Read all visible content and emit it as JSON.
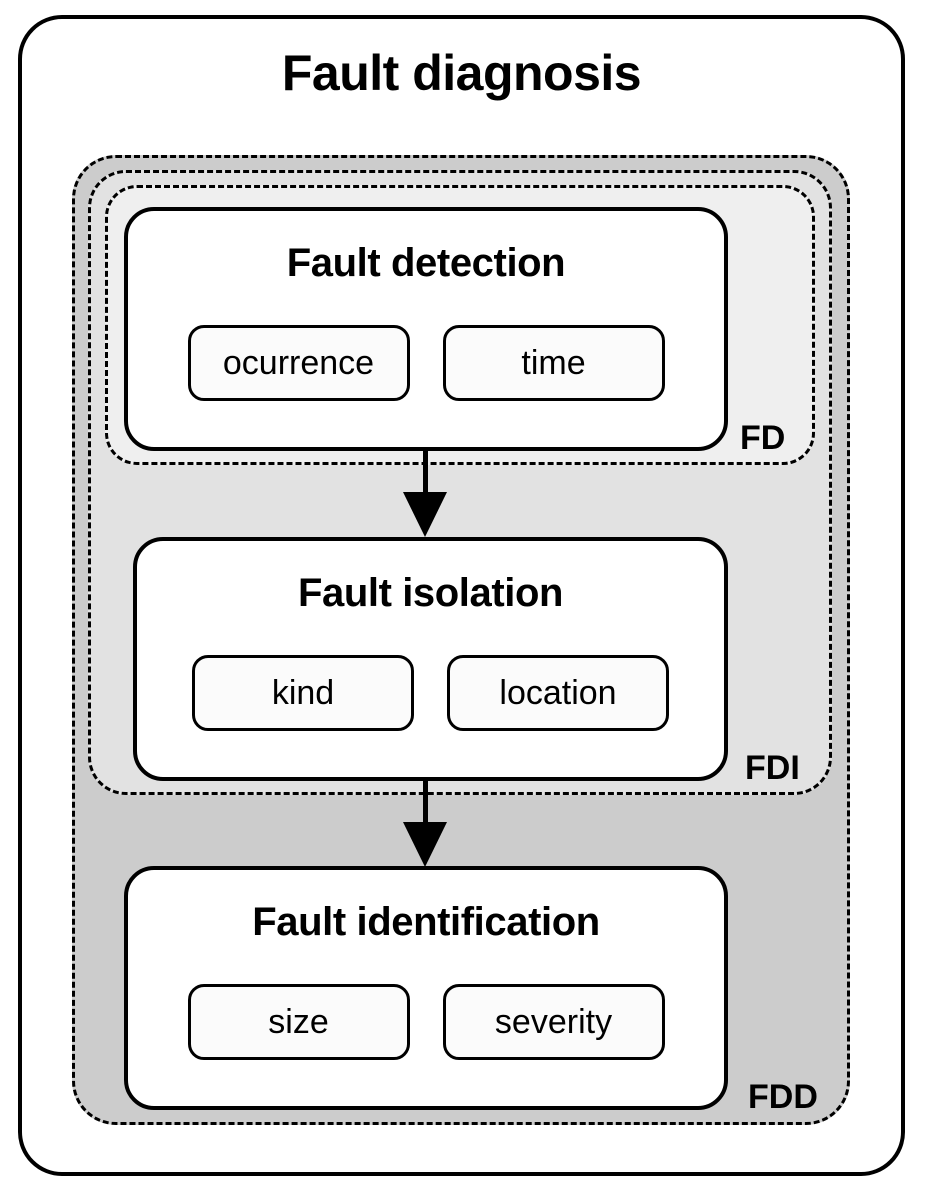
{
  "diagram": {
    "title": "Fault diagnosis",
    "scopes": [
      {
        "id": "fdd",
        "label": "FDD",
        "fill": "#cccccc"
      },
      {
        "id": "fdi",
        "label": "FDI",
        "fill": "#e2e2e2"
      },
      {
        "id": "fd",
        "label": "FD",
        "fill": "#efefef"
      }
    ],
    "stages": [
      {
        "id": "detection",
        "title": "Fault detection",
        "attributes": [
          "ocurrence",
          "time"
        ]
      },
      {
        "id": "isolation",
        "title": "Fault isolation",
        "attributes": [
          "kind",
          "location"
        ]
      },
      {
        "id": "identification",
        "title": "Fault identification",
        "attributes": [
          "size",
          "severity"
        ]
      }
    ],
    "arrows": [
      {
        "id": "detection-to-isolation",
        "from": "detection",
        "to": "isolation",
        "direction": "down"
      },
      {
        "id": "isolation-to-identification",
        "from": "isolation",
        "to": "identification",
        "direction": "down"
      }
    ],
    "colors": {
      "stroke": "#000000",
      "page_background": "#ffffff",
      "stage_background": "#ffffff",
      "attribute_background": "#fbfbfb"
    }
  }
}
